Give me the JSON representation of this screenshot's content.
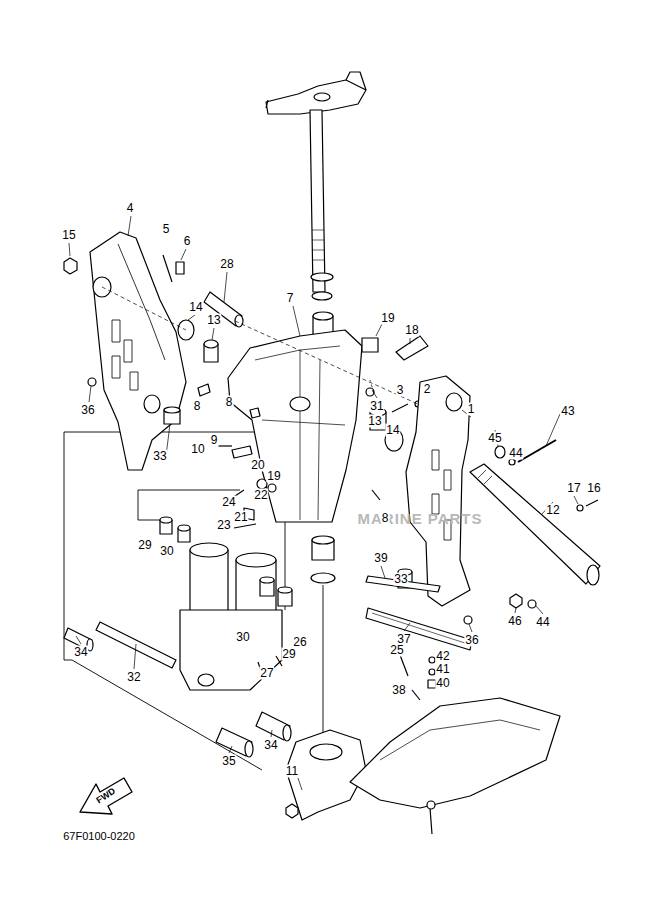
{
  "diagram": {
    "labels": [
      "15",
      "4",
      "5",
      "6",
      "28",
      "7",
      "14",
      "13",
      "19",
      "18",
      "3",
      "2",
      "1",
      "43",
      "31",
      "36",
      "8",
      "8",
      "13",
      "14",
      "45",
      "10",
      "9",
      "44",
      "33",
      "20",
      "19",
      "17",
      "16",
      "22",
      "24",
      "12",
      "MARINE PARTS",
      "21",
      "8",
      "23",
      "29",
      "30",
      "39",
      "33",
      "46",
      "44",
      "30",
      "37",
      "36",
      "26",
      "25",
      "34",
      "29",
      "42",
      "41",
      "27",
      "32",
      "40",
      "38",
      "35",
      "34",
      "11",
      "FWD",
      "67F0100-0220"
    ]
  }
}
